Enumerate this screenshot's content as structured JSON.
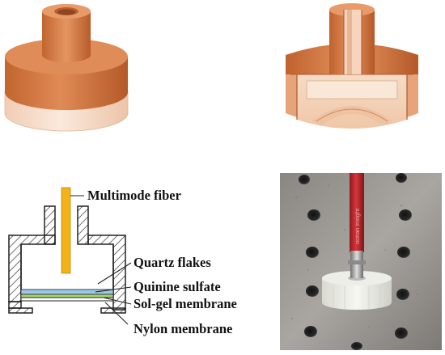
{
  "labels": {
    "fiber": "Multimode fiber",
    "quartz": "Quartz flakes",
    "quinine": "Quinine sulfate",
    "solgel": "Sol-gel membrane",
    "nylon": "Nylon membrane"
  },
  "photo": {
    "fiber_sheath_text": "ocean insight"
  },
  "colors": {
    "copper": "#d9804b",
    "copper_dark": "#b8602f",
    "copper_light": "#e8a070",
    "membrane_ring": "#f6dccb",
    "fiber": "#f2b21a",
    "quinine": "#9cc7e8",
    "solgel": "#a8d66a",
    "hatch": "#222222",
    "sheath_red": "#c8282e"
  }
}
